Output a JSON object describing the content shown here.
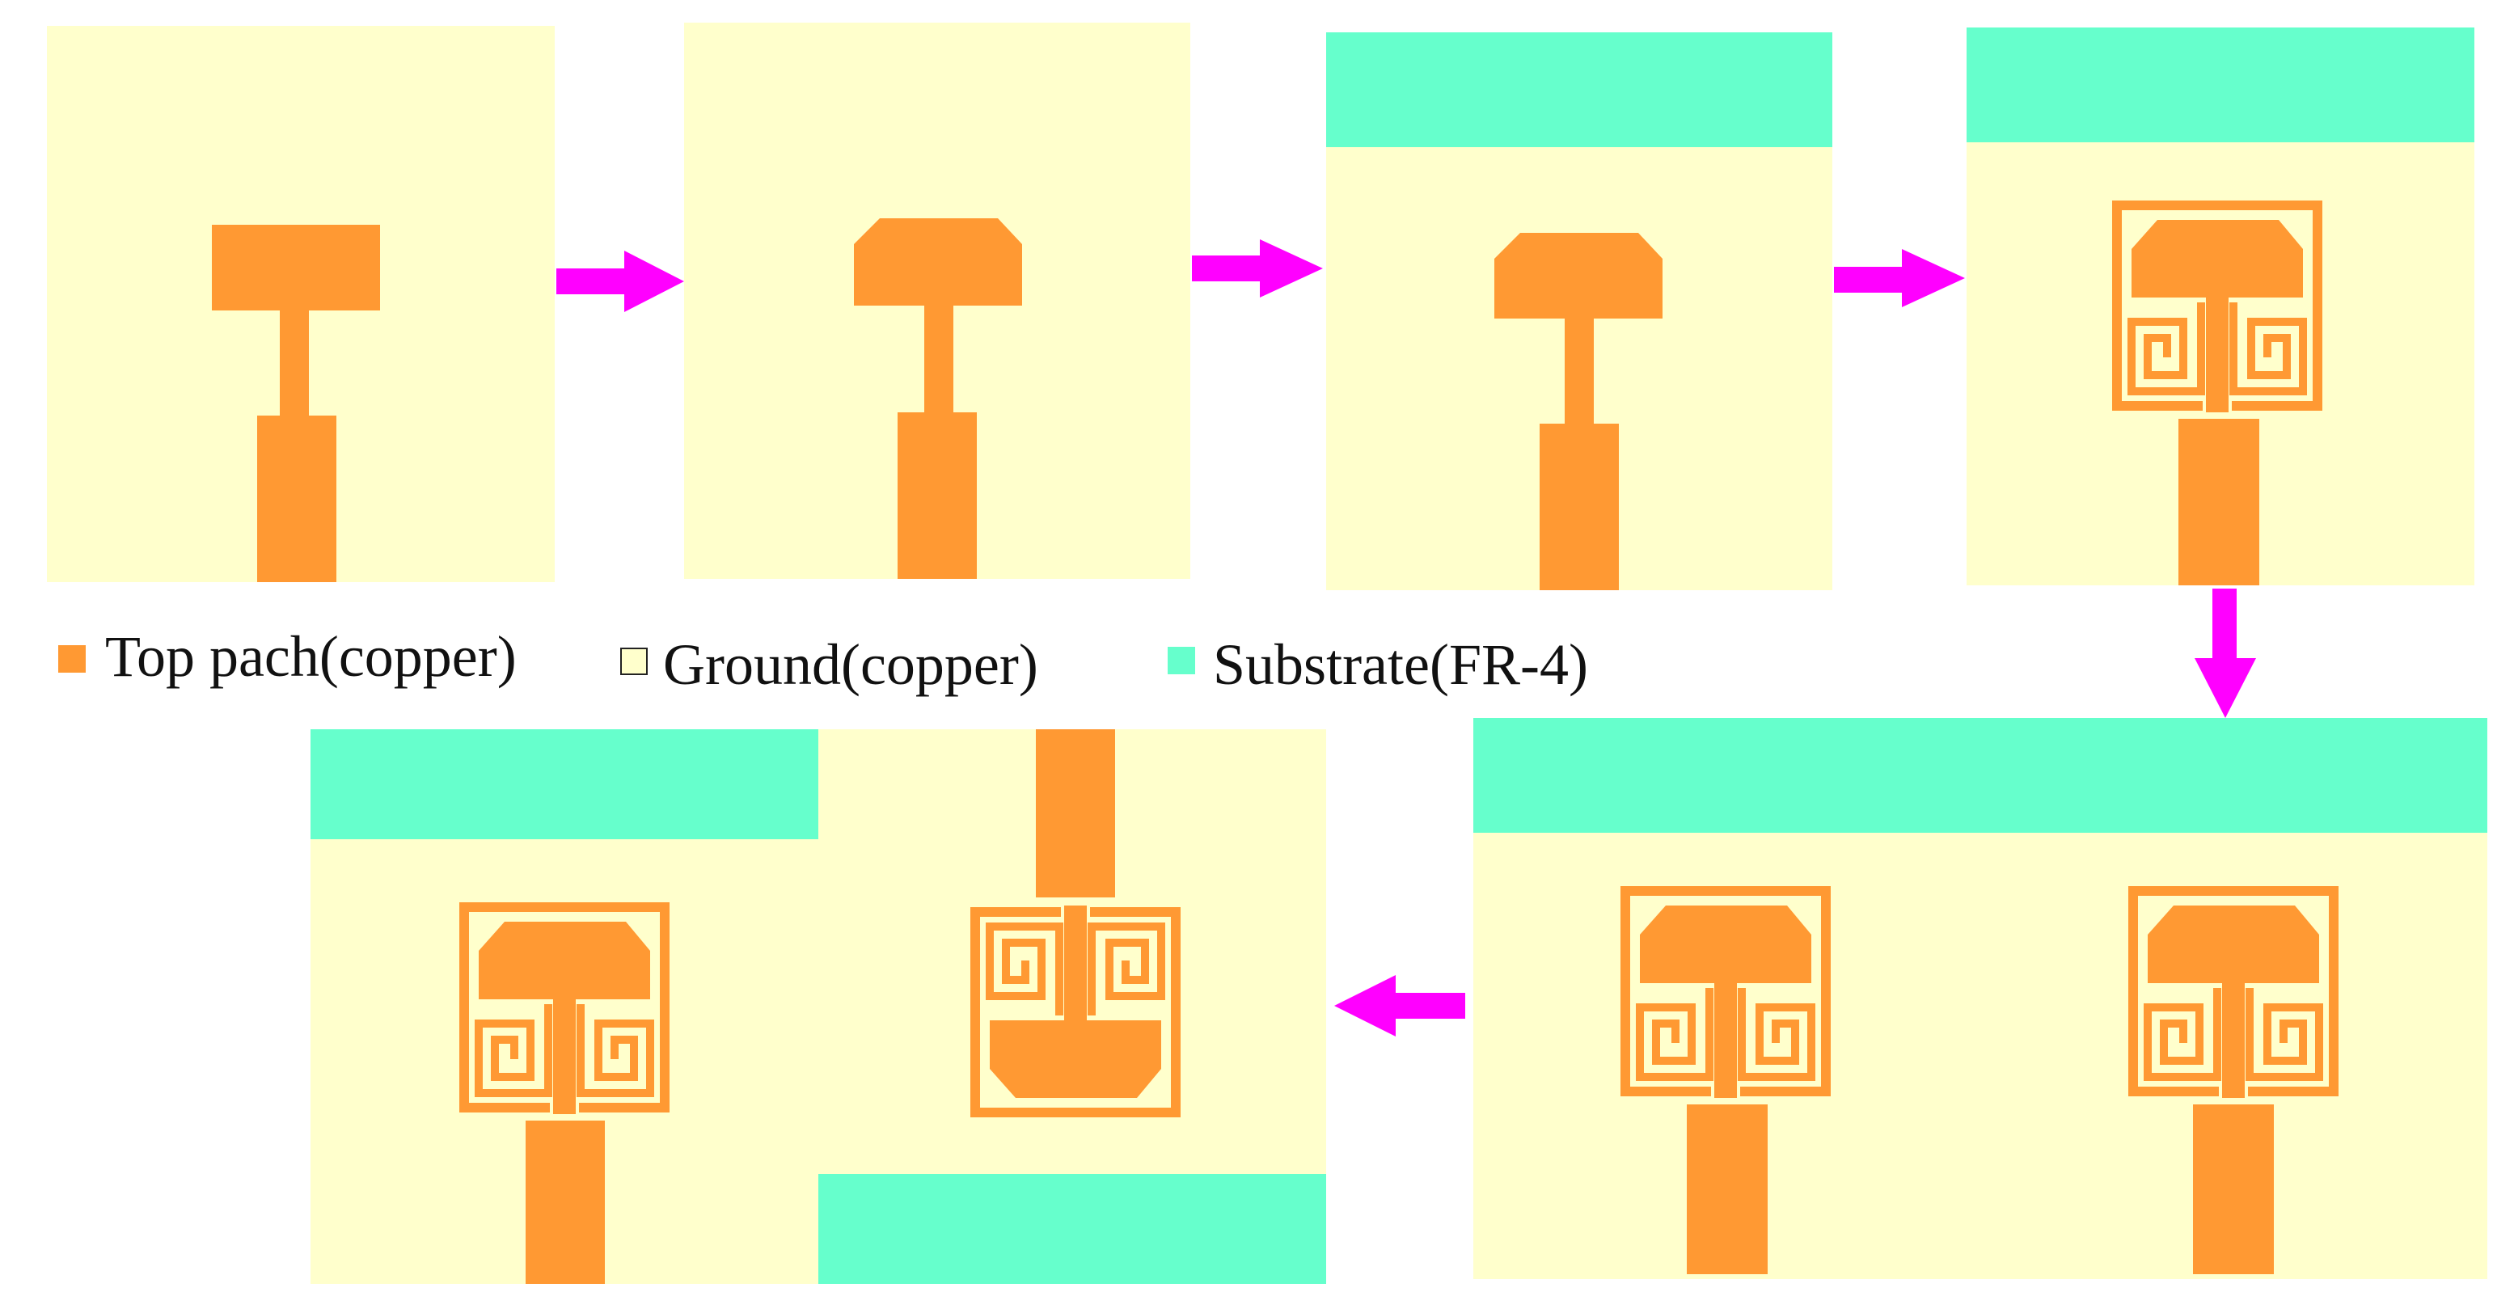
{
  "colors": {
    "patch": "#FF9933",
    "ground": "#FFFFCC",
    "substrate": "#66FFCC",
    "arrow": "#FF00FF"
  },
  "legend": [
    {
      "label": "Top pach(copper)",
      "color_key": "patch"
    },
    {
      "label": "Ground(copper)",
      "color_key": "ground"
    },
    {
      "label": "Substrate(FR-4)",
      "color_key": "substrate"
    }
  ],
  "steps": [
    {
      "name": "step-1-rect-patch"
    },
    {
      "name": "step-2-chamfered-patch"
    },
    {
      "name": "step-3-partial-ground"
    },
    {
      "name": "step-4-spiral-ring"
    },
    {
      "name": "step-5-two-element-array"
    },
    {
      "name": "step-6-rotated-array"
    }
  ],
  "arrows": [
    {
      "name": "arrow-1-to-2",
      "direction": "right"
    },
    {
      "name": "arrow-2-to-3",
      "direction": "right"
    },
    {
      "name": "arrow-3-to-4",
      "direction": "right"
    },
    {
      "name": "arrow-4-to-5",
      "direction": "down"
    },
    {
      "name": "arrow-5-to-6",
      "direction": "left"
    }
  ]
}
